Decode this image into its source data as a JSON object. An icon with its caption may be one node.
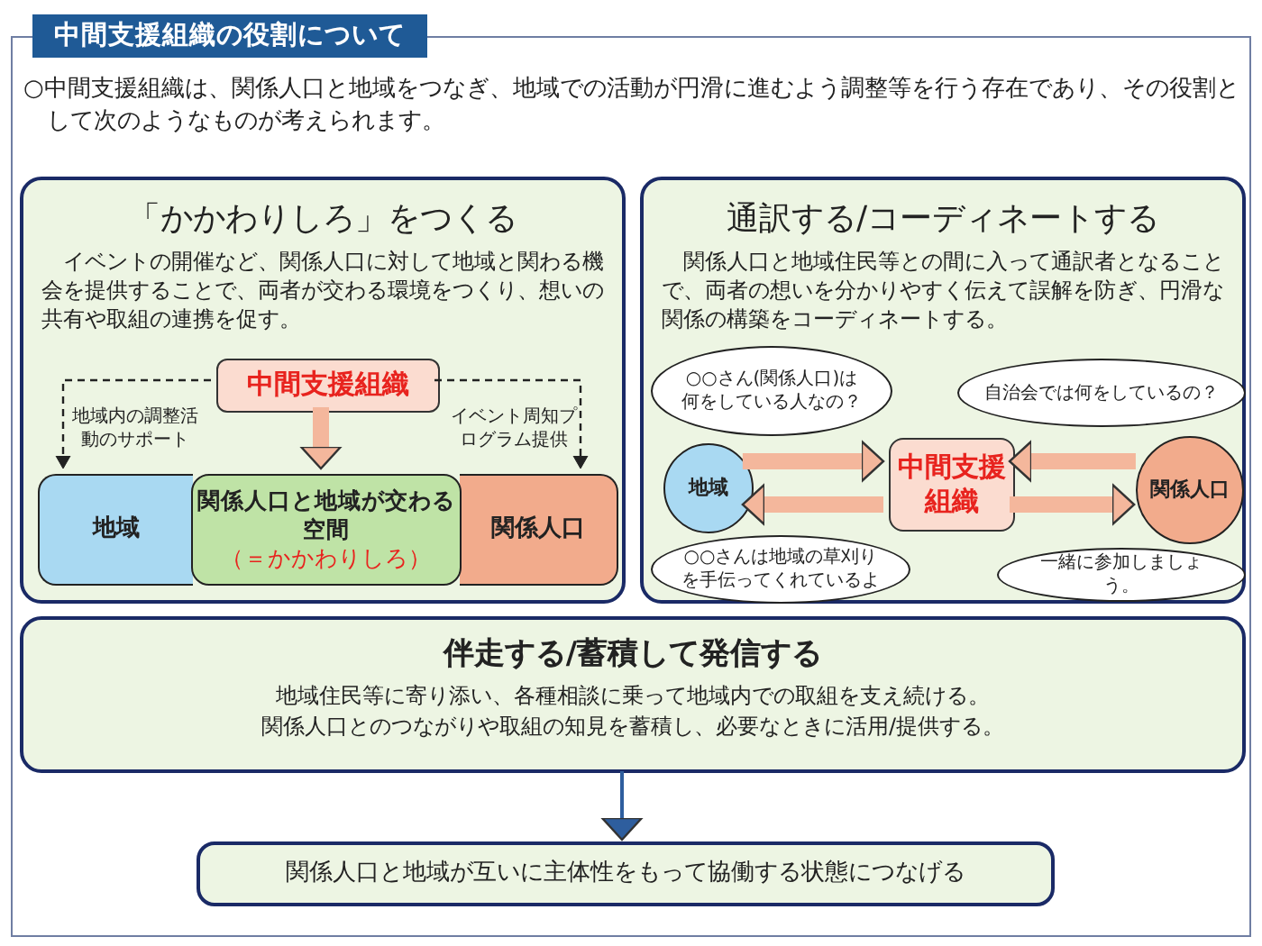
{
  "diagram": {
    "title": "中間支援組織の役割について",
    "nodes": [
      {
        "text": [
          "○中間支援組織は、関係人口と地域をつなぎ、地域での活動が円滑に進むよう調整等を行う存在であり、その役割として次のようなものが考えられます。"
        ]
      },
      {
        "text": [
          "「かかわりしろ」をつくる",
          "イベントの開催など、関係人口に対して地域と関わる機会を提供することで、両者が交わる環境をつくり、想いの共有や取組の連携を促す。"
        ],
        "in": 0
      },
      {
        "text": [
          "中間支援組織"
        ],
        "in": 1
      },
      {
        "text": [
          "地域"
        ],
        "in": 1
      },
      {
        "text": [
          "関係人口と地域が交わる空間",
          "（＝かかわりしろ）"
        ],
        "in": 1
      },
      {
        "text": [
          "関係人口"
        ],
        "in": 1
      },
      {
        "text": [
          "通訳する/コーディネートする",
          "関係人口と地域住民等との間に入って通訳者となることで、両者の想いを分かりやすく伝えて誤解を防ぎ、円滑な関係の構築をコーディネートする。"
        ],
        "in": 0
      },
      {
        "text": [
          "○○さん(関係人口)は何をしている人なの？"
        ],
        "in": 6
      },
      {
        "text": [
          "自治会では何をしているの？"
        ],
        "in": 6
      },
      {
        "text": [
          "地域"
        ],
        "in": 6
      },
      {
        "text": [
          "中間支援組織"
        ],
        "in": 6
      },
      {
        "text": [
          "関係人口"
        ],
        "in": 6
      },
      {
        "text": [
          "○○さんは地域の草刈りを手伝ってくれているよ"
        ],
        "in": 6
      },
      {
        "text": [
          "一緒に参加しましょう。"
        ],
        "in": 6
      },
      {
        "text": [
          "伴走する/蓄積して発信する",
          "地域住民等に寄り添い、各種相談に乗って地域内での取組を支え続ける。",
          "関係人口とのつながりや取組の知見を蓄積し、必要なときに活用/提供する。"
        ],
        "in": 0
      },
      {
        "text": [
          "関係人口と地域が互いに主体性をもって協働する状態につなげる"
        ],
        "in": 0
      }
    ],
    "edges": [
      {
        "from": 2,
        "to": 4,
        "arrow": "to"
      },
      {
        "from": 2,
        "to": 3,
        "arrow": "to",
        "style": "dashed",
        "color": "#222222",
        "label": "地域内の調整活動のサポート"
      },
      {
        "from": 2,
        "to": 5,
        "arrow": "to",
        "style": "dashed",
        "color": "#222222",
        "label": "イベント周知プログラム提供"
      },
      {
        "from": 9,
        "to": 10,
        "arrow": "to"
      },
      {
        "from": 10,
        "to": 9,
        "arrow": "to"
      },
      {
        "from": 11,
        "to": 10,
        "arrow": "to"
      },
      {
        "from": 10,
        "to": 11,
        "arrow": "to"
      },
      {
        "from": 14,
        "to": 15,
        "arrow": "to",
        "color": "#2e5e9e"
      }
    ]
  }
}
